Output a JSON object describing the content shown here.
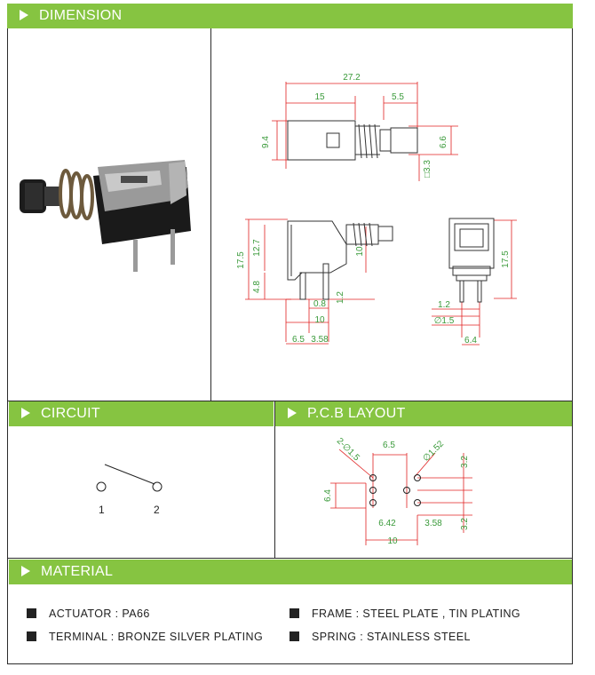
{
  "sections": {
    "dimension": "DIMENSION",
    "circuit": "CIRCUIT",
    "pcb": "P.C.B  LAYOUT",
    "material": "MATERIAL"
  },
  "dimensions": {
    "top": [
      "27.2",
      "15",
      "5.5",
      "9.4",
      "6.6",
      "□3.3"
    ],
    "side": [
      "17.5",
      "12.7",
      "4.8",
      "10",
      "1.2",
      "0.8",
      "10",
      "6.5",
      "3.58"
    ],
    "end": [
      "17.5",
      "1.2",
      "∅1.5",
      "6.4"
    ]
  },
  "circuit": {
    "pin1": "1",
    "pin2": "2"
  },
  "pcb": [
    "2-∅1.5",
    "6.5",
    "∅1.52",
    "3.2",
    "6.4",
    "6.42",
    "3.58",
    "3.2",
    "10"
  ],
  "materials": [
    {
      "label": "ACTUATOR : PA66"
    },
    {
      "label": "FRAME : STEEL PLATE , TIN PLATING"
    },
    {
      "label": "TERMINAL : BRONZE SILVER PLATING"
    },
    {
      "label": "SPRING : STAINLESS STEEL"
    }
  ],
  "colors": {
    "header": "#86c441",
    "dimension": "#3a9a3a",
    "line": "#e02020"
  }
}
